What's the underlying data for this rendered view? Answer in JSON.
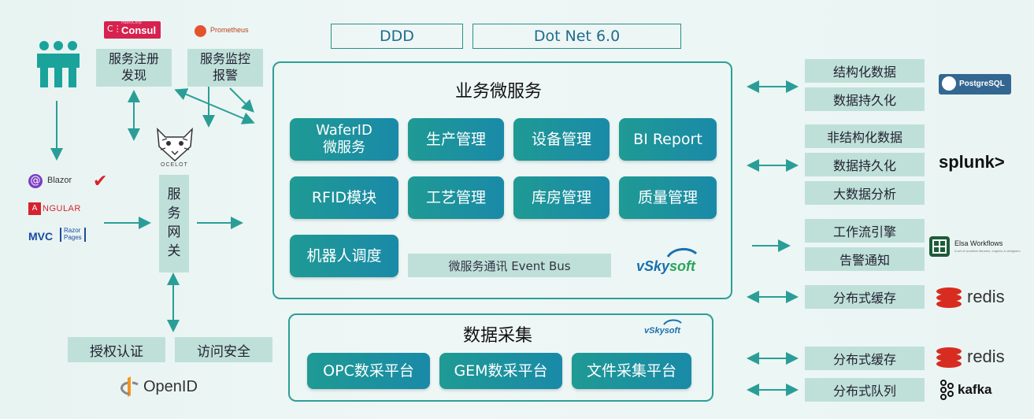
{
  "top": {
    "ddd": "DDD",
    "dotnet": "Dot Net 6.0"
  },
  "left": {
    "consul_logo_small": "HashiCorp",
    "consul_logo": "Consul",
    "prometheus_logo": "Prometheus",
    "service_registry": "服务注册\n发现",
    "service_monitor": "服务监控\n报警",
    "ocelot": "OCELOT",
    "gateway": [
      "服",
      "务",
      "网",
      "关"
    ],
    "blazor": "Blazor",
    "angular": "NGULAR",
    "angular_a": "A",
    "mvc": "MVC",
    "razor": "Razor\nPages",
    "auth": "授权认证",
    "access": "访问安全",
    "openid": "OpenID"
  },
  "business": {
    "title": "业务微服务",
    "modules": [
      "WaferID\n微服务",
      "生产管理",
      "设备管理",
      "BI Report",
      "RFID模块",
      "工艺管理",
      "库房管理",
      "质量管理",
      "机器人调度"
    ],
    "event_bus": "微服务通讯 Event Bus",
    "brand_v": "v",
    "brand_sky": "Sky",
    "brand_soft": "soft"
  },
  "collection": {
    "title": "数据采集",
    "modules": [
      "OPC数采平台",
      "GEM数采平台",
      "文件采集平台"
    ],
    "brand": "vSkysoft"
  },
  "right": {
    "items": [
      "结构化数据",
      "数据持久化",
      "非结构化数据",
      "数据持久化",
      "大数据分析",
      "工作流引擎",
      "告警通知",
      "分布式缓存",
      "分布式缓存",
      "分布式队列"
    ],
    "postgres": "PostgreSQL",
    "splunk": "splunk>",
    "elsa": "Elsa Workflows",
    "elsa_sub": "A set of workflow libraries, engines & designers",
    "redis1": "redis",
    "redis2": "redis",
    "kafka": "kafka"
  },
  "colors": {
    "teal": "#2d9e97",
    "light_box": "#bfe0d8",
    "arrow": "#2a9e96"
  }
}
